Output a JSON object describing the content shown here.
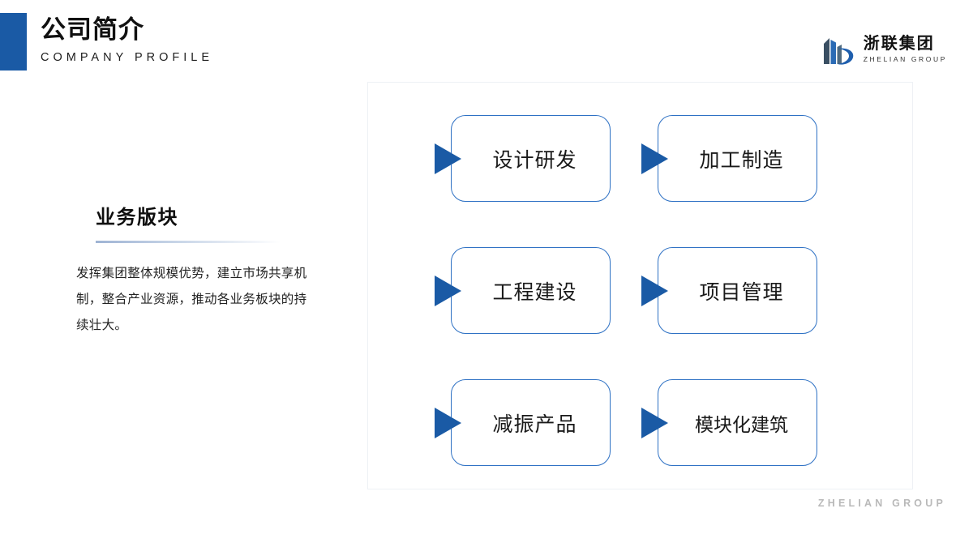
{
  "header": {
    "title": "公司简介",
    "subtitle": "COMPANY PROFILE"
  },
  "logo": {
    "mark_name": "zhelian-building-logo-icon",
    "name_cn": "浙联集团",
    "name_en": "ZHELIAN GROUP"
  },
  "left": {
    "heading": "业务版块",
    "body": "发挥集团整体规模优势，建立市场共享机制，整合产业资源，推动各业务板块的持续壮大。"
  },
  "panel": {
    "items": [
      {
        "label": "设计研发",
        "arrow": "play-triangle-icon"
      },
      {
        "label": "加工制造",
        "arrow": "play-triangle-icon"
      },
      {
        "label": "工程建设",
        "arrow": "play-triangle-icon"
      },
      {
        "label": "项目管理",
        "arrow": "play-triangle-icon"
      },
      {
        "label": "减振产品",
        "arrow": "play-triangle-icon"
      },
      {
        "label": "模块化建筑",
        "arrow": "play-triangle-icon"
      }
    ]
  },
  "footer": {
    "text": "ZHELIAN GROUP"
  },
  "colors": {
    "brand_blue": "#1A5AA5",
    "box_border_blue": "#2E71C4",
    "panel_border": "#EEF1F5",
    "footer_gray": "#B9B9B9"
  }
}
